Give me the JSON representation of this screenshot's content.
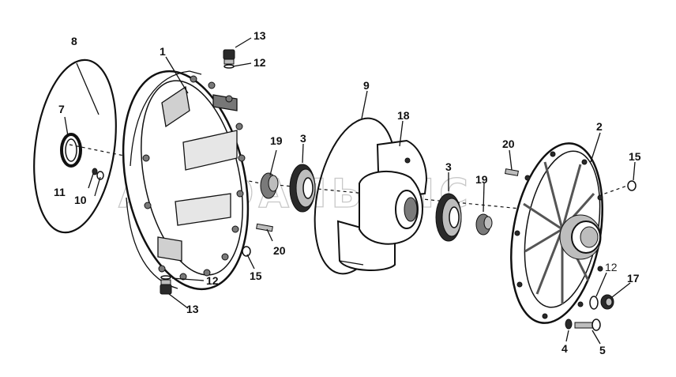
{
  "watermark": "АВТОАЛЬЯНС",
  "labels": {
    "l1": "1",
    "l2": "2",
    "l3a": "3",
    "l3b": "3",
    "l4": "4",
    "l5": "5",
    "l7": "7",
    "l8": "8",
    "l9": "9",
    "l10": "10",
    "l11": "11",
    "l12a": "12",
    "l12b": "12",
    "l12c": "12",
    "l13a": "13",
    "l13b": "13",
    "l15a": "15",
    "l15b": "15",
    "l17": "17",
    "l18": "18",
    "l19a": "19",
    "l19b": "19",
    "l20a": "20",
    "l20b": "20"
  }
}
